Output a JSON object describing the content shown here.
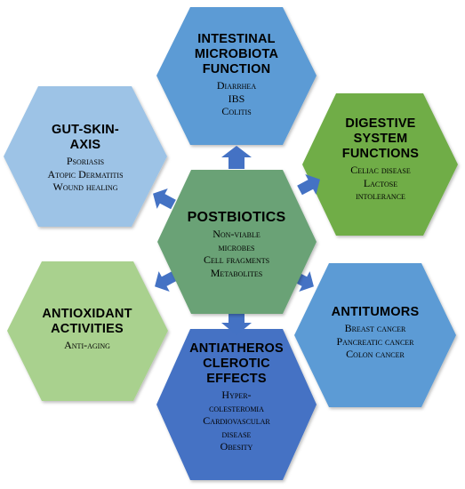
{
  "colors": {
    "top": "#5b9bd5",
    "digestive": "#70ad47",
    "antitumor": "#5b9bd5",
    "bottom": "#4472c4",
    "antioxidant": "#a9d18e",
    "gutskin": "#9dc3e6",
    "center": "#6aa276",
    "arrow": "#4472c4"
  },
  "nodes": {
    "center": {
      "title": [
        "POSTBIOTICS"
      ],
      "items": [
        "Non-viable",
        "microbes",
        "Cell fragments",
        "Metabolites"
      ]
    },
    "intestinal": {
      "title": [
        "INTESTINAL",
        "MICROBIOTA",
        "FUNCTION"
      ],
      "items": [
        "Diarrhea",
        "IBS",
        "Colitis"
      ]
    },
    "digestive": {
      "title": [
        "DIGESTIVE",
        "SYSTEM",
        "FUNCTIONS"
      ],
      "items": [
        "Celiac disease",
        "Lactose",
        "intolerance"
      ]
    },
    "antitumor": {
      "title": [
        "ANTITUMORS"
      ],
      "items": [
        "Breast cancer",
        "Pancreatic cancer",
        "Colon cancer"
      ]
    },
    "antiatherosclerotic": {
      "title": [
        "ANTIATHEROS",
        "CLEROTIC",
        "EFFECTS"
      ],
      "items": [
        "Hyper-",
        "colesteromia",
        "Cardiovascular",
        "disease",
        "Obesity"
      ]
    },
    "antioxidant": {
      "title": [
        "ANTIOXIDANT",
        "ACTIVITIES"
      ],
      "items": [
        "Anti-aging"
      ]
    },
    "gutskin": {
      "title": [
        "GUT-SKIN-",
        "AXIS"
      ],
      "items": [
        "Psoriasis",
        "Atopic Dermatitis",
        "Wound healing"
      ]
    }
  }
}
